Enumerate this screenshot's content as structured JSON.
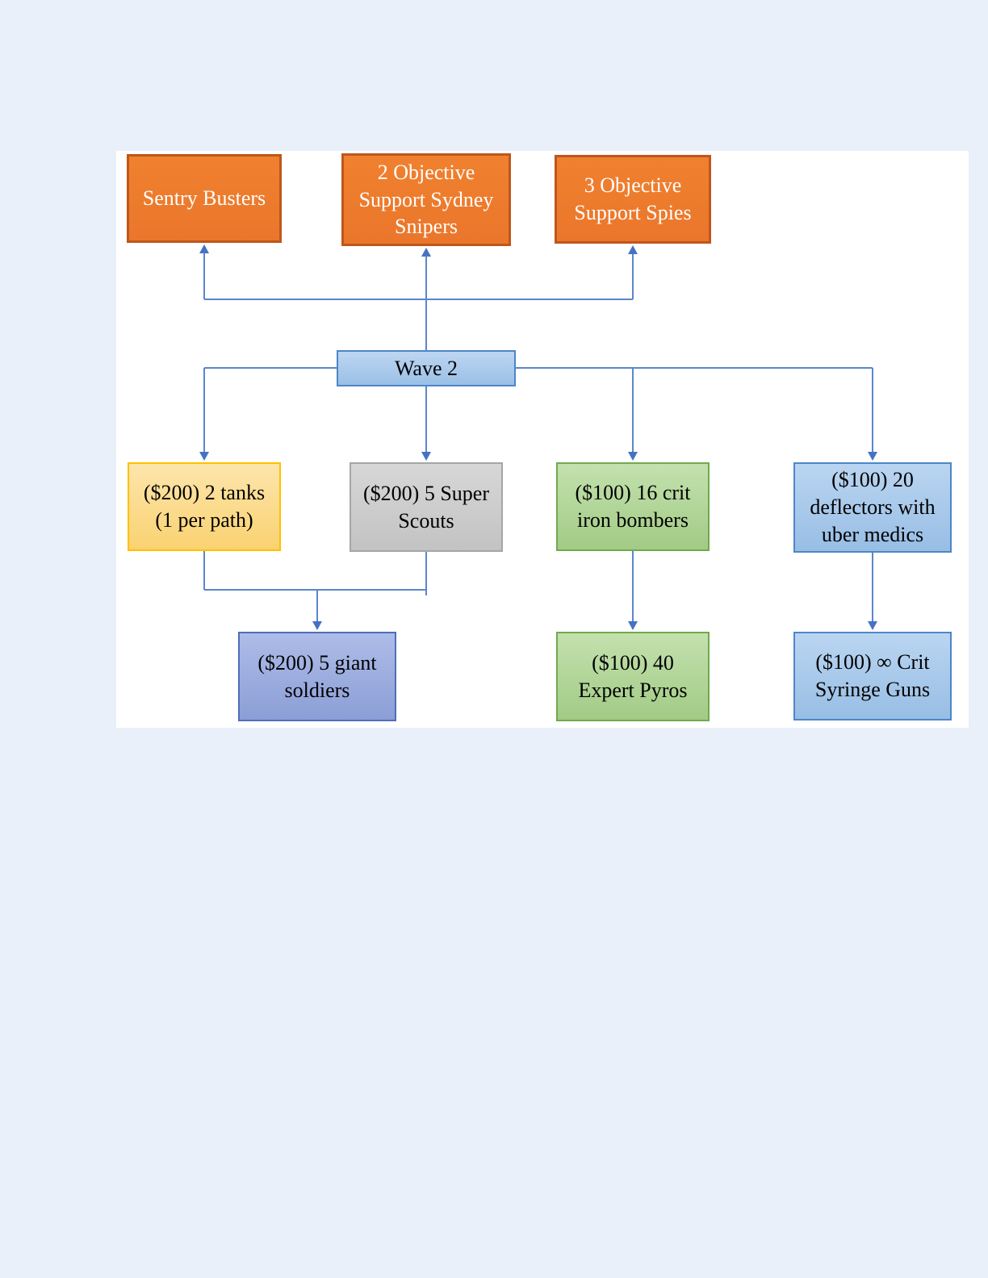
{
  "diagram": {
    "page_background_color": "#E9F0F9",
    "canvas_color": "#FFFFFF",
    "connector_color": "#4472C4",
    "nodes": {
      "wave2": {
        "label": "Wave 2",
        "fill": "#AECBEC",
        "border": "#4E86C6",
        "text_color": "#000000"
      },
      "sentry_busters": {
        "label": "Sentry Busters",
        "fill": "#ED7D31",
        "border": "#C0561B",
        "text_color": "#FFFFFF"
      },
      "sydney_snipers": {
        "label": "2 Objective\nSupport Sydney\nSnipers",
        "fill": "#ED7D31",
        "border": "#C0561B",
        "text_color": "#FFFFFF"
      },
      "objective_spies": {
        "label": "3 Objective\nSupport Spies",
        "fill": "#ED7D31",
        "border": "#C0561B",
        "text_color": "#FFFFFF"
      },
      "tanks": {
        "label": "($200) 2 tanks\n(1 per path)",
        "fill": "#FBDB8E",
        "border": "#FFC000",
        "text_color": "#000000"
      },
      "super_scouts": {
        "label": "($200) 5 Super\nScouts",
        "fill": "#CDCDCD",
        "border": "#A6A6A6",
        "text_color": "#000000"
      },
      "iron_bombers": {
        "label": "($100) 16 crit\niron bombers",
        "fill": "#B3D69A",
        "border": "#72A94F",
        "text_color": "#000000"
      },
      "deflectors": {
        "label": "($100) 20\ndeflectors with\nuber medics",
        "fill": "#A9CAEB",
        "border": "#4E86C6",
        "text_color": "#000000"
      },
      "giant_soldiers": {
        "label": "($200) 5 giant\nsoldiers",
        "fill": "#9CACDE",
        "border": "#4E6FB8",
        "text_color": "#000000"
      },
      "expert_pyros": {
        "label": "($100) 40\nExpert Pyros",
        "fill": "#B3D69A",
        "border": "#72A94F",
        "text_color": "#000000"
      },
      "syringe_guns": {
        "label": "($100) ∞ Crit\nSyringe Guns",
        "fill": "#A9CAEB",
        "border": "#4E86C6",
        "text_color": "#000000"
      }
    },
    "edges": [
      {
        "from": "wave2",
        "to": "sentry_busters"
      },
      {
        "from": "wave2",
        "to": "sydney_snipers"
      },
      {
        "from": "wave2",
        "to": "objective_spies"
      },
      {
        "from": "wave2",
        "to": "tanks"
      },
      {
        "from": "wave2",
        "to": "super_scouts"
      },
      {
        "from": "wave2",
        "to": "iron_bombers"
      },
      {
        "from": "wave2",
        "to": "deflectors"
      },
      {
        "from": "tanks",
        "to": "giant_soldiers"
      },
      {
        "from": "super_scouts",
        "to": "giant_soldiers"
      },
      {
        "from": "iron_bombers",
        "to": "expert_pyros"
      },
      {
        "from": "deflectors",
        "to": "syringe_guns"
      }
    ]
  }
}
